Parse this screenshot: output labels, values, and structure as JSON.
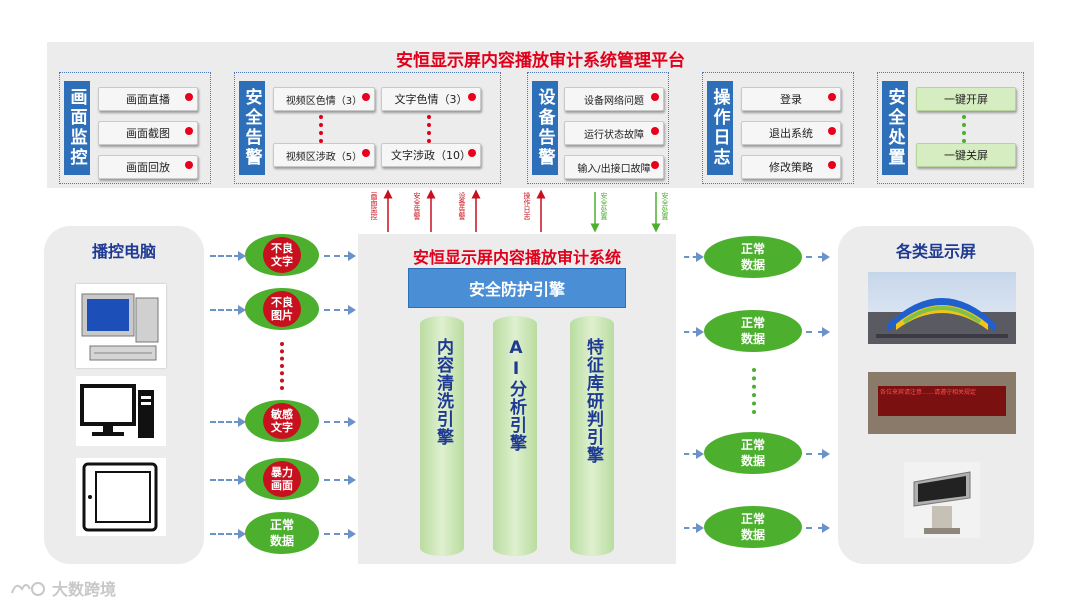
{
  "platform": {
    "title": "安恒显示屏内容播放审计系统管理平台",
    "groups": [
      {
        "label": "画面监控",
        "items": [
          "画面直播",
          "画面截图",
          "画面回放"
        ]
      },
      {
        "label": "安全告警",
        "items": [
          "视频区色情（3）",
          "文字色情（3）",
          "视频区涉政（5）",
          "文字涉政（10）"
        ]
      },
      {
        "label": "设备告警",
        "items": [
          "设备网络问题",
          "运行状态故障",
          "输入/出接口故障"
        ]
      },
      {
        "label": "操作日志",
        "items": [
          "登录",
          "退出系统",
          "修改策略"
        ]
      },
      {
        "label": "安全处置",
        "items": [
          "一键开屏",
          "一键关屏"
        ]
      }
    ]
  },
  "arrow_labels": [
    "画面监控",
    "安全告警",
    "设备告警",
    "操作日志",
    "安全处置",
    "安全处置"
  ],
  "left": {
    "title": "播控电脑",
    "bubbles": [
      "不良文字",
      "不良图片",
      "敏感文字",
      "暴力画面",
      "正常数据"
    ]
  },
  "center": {
    "title": "安恒显示屏内容播放审计系统",
    "engine": "安全防护引擎",
    "cylinders": [
      "内容清洗引擎",
      "AI分析引擎",
      "特征库研判引擎"
    ]
  },
  "right": {
    "title": "各类显示屏",
    "bubbles": [
      "正常数据",
      "正常数据",
      "正常数据",
      "正常数据"
    ],
    "led_text": "各位来宾请注意……请遵守相关规定"
  },
  "watermark": "大数跨境",
  "colors": {
    "accent_red": "#e0001b",
    "blue": "#2e6fba",
    "green": "#4caf2e"
  }
}
